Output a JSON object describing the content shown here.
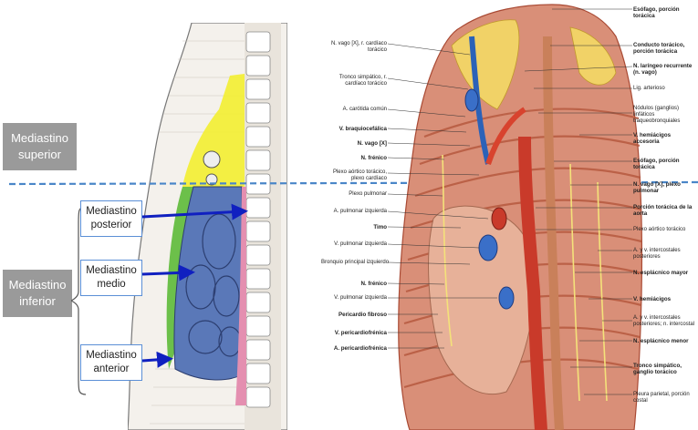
{
  "regions": {
    "superior": "Mediastino\nsuperior",
    "inferior": "Mediastino\ninferior",
    "posterior": "Mediastino\nposterior",
    "medio": "Mediastino\nmedio",
    "anterior": "Mediastino\nanterior"
  },
  "colors": {
    "superior_zone": "#f2ee3a",
    "anterior_zone": "#6cc04a",
    "middle_zone": "#5a78b8",
    "posterior_zone": "#e48fb0",
    "divider": "#4a86c8",
    "arrow": "#1020c0"
  },
  "left_labels": [
    "N. vago [X], r. cardíaco torácico",
    "Tronco simpático, r. cardíaco torácico",
    "A. carótida común",
    "V. braquiocefálica",
    "N. vago [X]",
    "N. frénico",
    "Plexo aórtico torácico, plexo cardíaco",
    "Plexo pulmonar",
    "A. pulmonar izquierda",
    "Timo",
    "V. pulmonar izquierda",
    "Bronquio principal izquierdo",
    "N. frénico",
    "V. pulmonar izquierda",
    "Pericardio fibroso",
    "V. pericardiofrénica",
    "A. pericardiofrénica"
  ],
  "right_labels": [
    "Esófago, porción torácica",
    "Conducto torácico, porción torácica",
    "N. laríngeo recurrente (n. vago)",
    "Lig. arterioso",
    "Nódulos (ganglios) linfáticos traqueobronquiales",
    "V. hemiácigos accesoria",
    "Esófago, porción torácica",
    "N. vago [X], plexo pulmonar",
    "Porción torácica de la aorta",
    "Plexo aórtico torácico",
    "A. y v. intercostales posteriores",
    "N. esplácnico mayor",
    "V. hemiácigos",
    "A. y v. intercostales posteriores; n. intercostal",
    "N. esplácnico menor",
    "Tronco simpático, ganglio torácico",
    "Pleura parietal, porción costal"
  ]
}
